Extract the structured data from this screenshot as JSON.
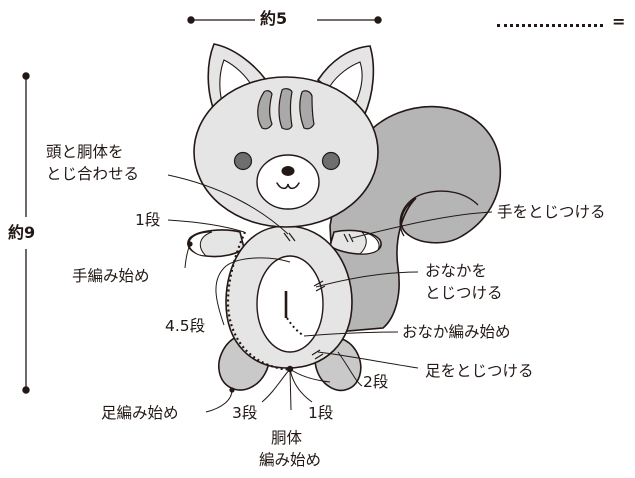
{
  "dimensions": {
    "width_label": "約5",
    "height_label": "約9"
  },
  "legend": {
    "symbol_suffix": "="
  },
  "labels": {
    "head_body_join_1": "頭と胴体を",
    "head_body_join_2": "とじ合わせる",
    "row1_top": "1段",
    "hand_start": "手編み始め",
    "row4_5": "4.5段",
    "attach_hand": "手をとじつける",
    "attach_belly_1": "おなかを",
    "attach_belly_2": "とじつける",
    "belly_start": "おなか編み始め",
    "attach_foot": "足をとじつける",
    "row2": "2段",
    "foot_start": "足編み始め",
    "row3": "3段",
    "row1_bottom": "1段",
    "body_start_1": "胴体",
    "body_start_2": "編み始め"
  },
  "colors": {
    "outline": "#231815",
    "light_gray": "#e5e5e6",
    "mid_gray": "#c9c9ca",
    "tail_gray": "#b5b5b6",
    "stripe_gray": "#a9a9aa",
    "white": "#ffffff"
  }
}
